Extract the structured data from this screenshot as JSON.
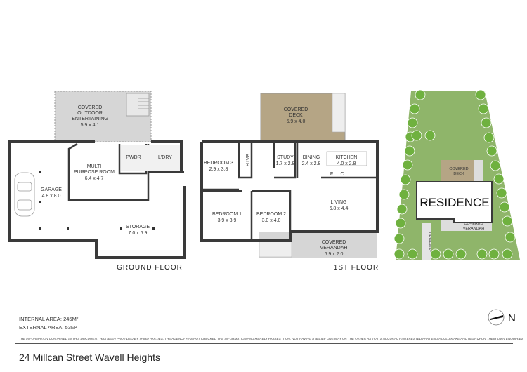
{
  "ground_floor": {
    "title": "GROUND FLOOR",
    "rooms": [
      {
        "name": "COVERED",
        "name2": "OUTDOOR",
        "name3": "ENTERTAINING",
        "size": "5.9 x 4.1"
      },
      {
        "name": "GARAGE",
        "size": "4.8 x 8.0"
      },
      {
        "name": "MULTI",
        "name2": "PURPOSE ROOM",
        "size": "6.4 x 4.7"
      },
      {
        "name": "PWDR"
      },
      {
        "name": "L'DRY"
      },
      {
        "name": "STORAGE",
        "size": "7.0 x 6.9"
      }
    ]
  },
  "first_floor": {
    "title": "1ST FLOOR",
    "rooms": [
      {
        "name": "COVERED",
        "name2": "DECK",
        "size": "5.9 x 4.0"
      },
      {
        "name": "BEDROOM 3",
        "size": "2.9 x 3.8"
      },
      {
        "name": "BATH"
      },
      {
        "name": "STUDY",
        "size": "1.7 x 2.8"
      },
      {
        "name": "DINING",
        "size": "2.4 x 2.8"
      },
      {
        "name": "KITCHEN",
        "size": "4.0 x 2.8"
      },
      {
        "name": "LIVING",
        "size": "6.8 x 4.4"
      },
      {
        "name": "BEDROOM 1",
        "size": "3.9 x 3.9"
      },
      {
        "name": "BEDROOM 2",
        "size": "3.0 x 4.0"
      },
      {
        "name": "COVERED",
        "name2": "VERANDAH",
        "size": "6.9 x 2.0"
      }
    ],
    "fixtures": {
      "fridge": "F",
      "cupboard": "C"
    }
  },
  "site_plan": {
    "residence": "RESIDENCE",
    "deck": [
      "COVERED",
      "DECK"
    ],
    "verandah": [
      "COVERED",
      "VERANDAH"
    ],
    "driveway": "DRIVEWAY"
  },
  "compass": {
    "label": "N",
    "icon": "north-arrow-icon"
  },
  "areas": {
    "internal": "INTERNAL AREA:  245M²",
    "external": "EXTERNAL AREA:  53M²"
  },
  "disclaimer": "THE INFORMATION CONTAINED IN THIS DOCUMENT HAS BEEN PROVIDED BY THIRD PARTIES, THE AGENCY HAS NOT CHECKED THE INFORMATION AND MERELY PASSES IT ON, NOT HAVING A BELIEF ONE WAY OR  THE OTHER AS TO ITS ACCURACY  INTERESTED PARTIES SHOULD MAKE AND RELY UPON THEIR OWN ENQUIRIES",
  "address": "24 Millcan Street Wavell Heights",
  "colors": {
    "deck": "#b5a585",
    "outdoor": "#d6d6d6",
    "grass": "#8fb56a",
    "tree": "#6fb13f",
    "wall": "#3a3a3a"
  }
}
